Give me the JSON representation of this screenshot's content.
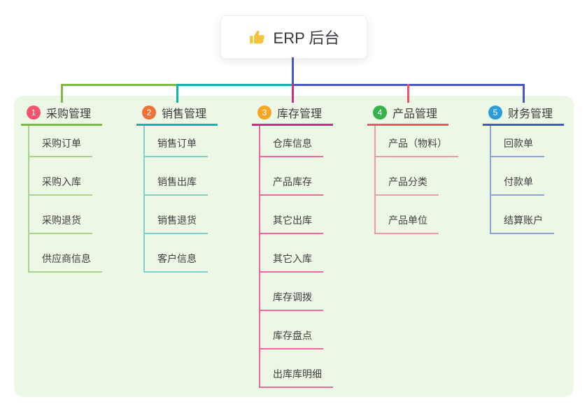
{
  "root": {
    "title": "ERP 后台",
    "icon": "thumbs-up-icon",
    "icon_color": "#f2c43c",
    "line_color": "#4458c7"
  },
  "panel": {
    "bg_color": "#ecf7e5"
  },
  "branches": [
    {
      "key": "purchase",
      "badge": "1",
      "badge_color": "#f4536b",
      "color_main": "#7cbb44",
      "color_light": "#a9d386",
      "title": "采购管理",
      "children": [
        "采购订单",
        "采购入库",
        "采购退货",
        "供应商信息"
      ]
    },
    {
      "key": "sales",
      "badge": "2",
      "badge_color": "#ee7239",
      "color_main": "#14b3ab",
      "color_light": "#7fd0ca",
      "title": "销售管理",
      "children": [
        "销售订单",
        "销售出库",
        "销售退货",
        "客户信息"
      ]
    },
    {
      "key": "inventory",
      "badge": "3",
      "badge_color": "#f6a623",
      "color_main": "#cf2e87",
      "color_light": "#f0679f",
      "title": "库存管理",
      "children": [
        "仓库信息",
        "产品库存",
        "其它出库",
        "其它入库",
        "库存调拨",
        "库存盘点",
        "出库库明细"
      ]
    },
    {
      "key": "product",
      "badge": "4",
      "badge_color": "#36b34a",
      "color_main": "#f05467",
      "color_light": "#f59aa5",
      "title": "产品管理",
      "children": [
        "产品（物料）",
        "产品分类",
        "产品单位"
      ]
    },
    {
      "key": "finance",
      "badge": "5",
      "badge_color": "#2b9cd8",
      "color_main": "#4458c7",
      "color_light": "#8da4dc",
      "title": "财务管理",
      "children": [
        "回款单",
        "付款单",
        "结算账户"
      ]
    }
  ]
}
